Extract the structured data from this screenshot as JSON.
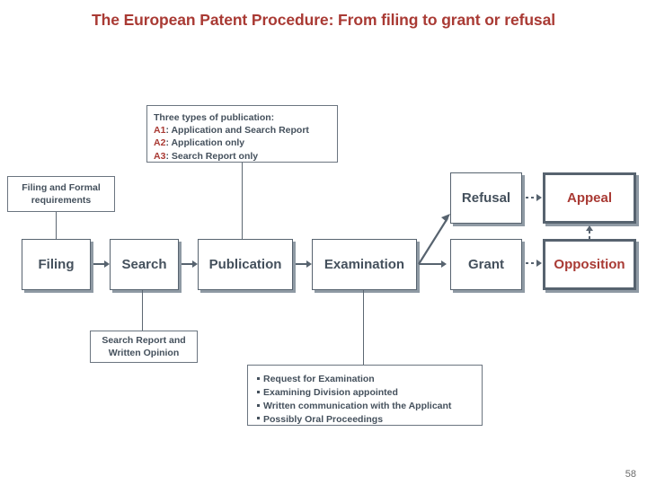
{
  "slide": {
    "title": "The European Patent Procedure: From filing to grant or refusal",
    "page_number": "58",
    "accent_red": "#a93a34",
    "box_border": "#57636f",
    "text_color": "#44505c"
  },
  "publication_note": {
    "heading": "Three types of publication:",
    "lines": [
      {
        "tag": "A1",
        "text": ": Application and Search Report"
      },
      {
        "tag": "A2",
        "text": ": Application only"
      },
      {
        "tag": "A3",
        "text": ": Search Report only"
      }
    ]
  },
  "formal_requirements": {
    "line1": "Filing and Formal",
    "line2": "requirements"
  },
  "search_report_note": {
    "line1": "Search Report and",
    "line2": "Written Opinion"
  },
  "examination_details": {
    "bullets": [
      "Request for Examination",
      "Examining Division appointed",
      "Written communication with the Applicant",
      "Possibly Oral Proceedings"
    ]
  },
  "flow": {
    "filing": "Filing",
    "search": "Search",
    "publication": "Publication",
    "examination": "Examination",
    "grant": "Grant",
    "refusal": "Refusal",
    "appeal": "Appeal",
    "opposition": "Opposition"
  },
  "connectors": {
    "filing_to_search": "arrow-right",
    "search_to_publication": "arrow-right",
    "publication_to_examination": "arrow-right",
    "examination_to_grant": "arrow-right",
    "examination_to_refusal": "diagonal-arrow-up-right",
    "grant_to_opposition": "dotted-arrow-right",
    "refusal_to_appeal": "dotted-arrow-right",
    "opposition_to_appeal": "dotted-arrow-up"
  }
}
